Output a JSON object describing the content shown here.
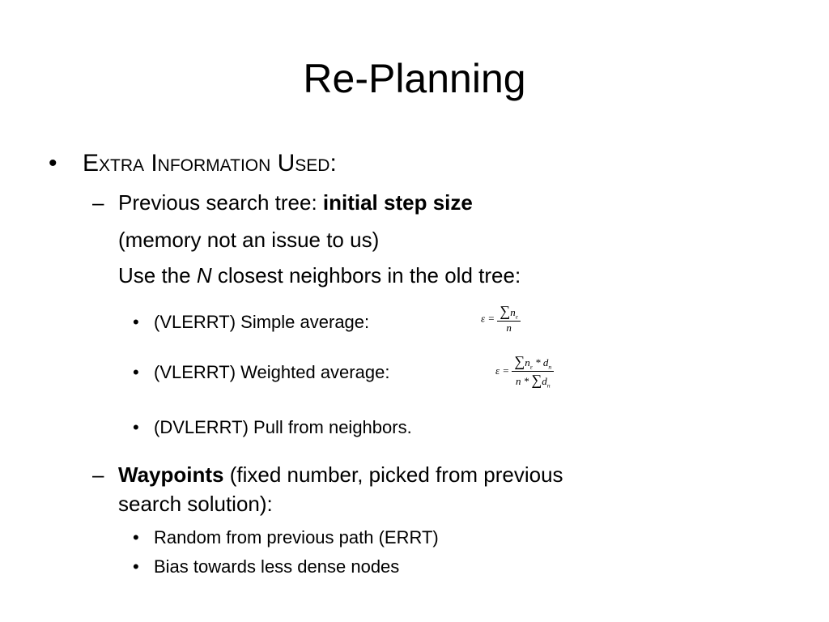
{
  "title": "Re-Planning",
  "bullets": {
    "b1_glyph": "•",
    "dash_glyph": "–",
    "sub_glyph": "•",
    "extra_info": "Extra Information Used:",
    "prev_tree_prefix": "Previous search tree: ",
    "prev_tree_bold": "initial step size",
    "memory_note": "(memory not an issue to us)",
    "use_the": "Use the ",
    "use_n": "N",
    "use_rest": " closest neighbors in the old tree:",
    "simple_avg": "(VLERRT) Simple average:",
    "weighted_avg": "(VLERRT) Weighted average:",
    "pull_neighbors": "(DVLERRT) Pull from neighbors.",
    "waypoints_bold": "Waypoints",
    "waypoints_rest": " (fixed number, picked from previous",
    "waypoints_cont": "search solution):",
    "random_prev": "Random from previous path (ERRT)",
    "bias_less": "Bias towards less dense nodes"
  },
  "formulas": {
    "simple": {
      "lhs": "ε =",
      "sigma": "∑",
      "num_var": "n",
      "num_sub": "ε",
      "den": "n"
    },
    "weighted": {
      "lhs": "ε =",
      "sigma": "∑",
      "num_var": "n",
      "num_sub": "ε",
      "num_star": " * ",
      "num_var2": "d",
      "num_sub2": "n",
      "den_var": "n",
      "den_star": " * ",
      "den_sigma": "∑",
      "den_var2": "d",
      "den_sub2": "n"
    }
  }
}
